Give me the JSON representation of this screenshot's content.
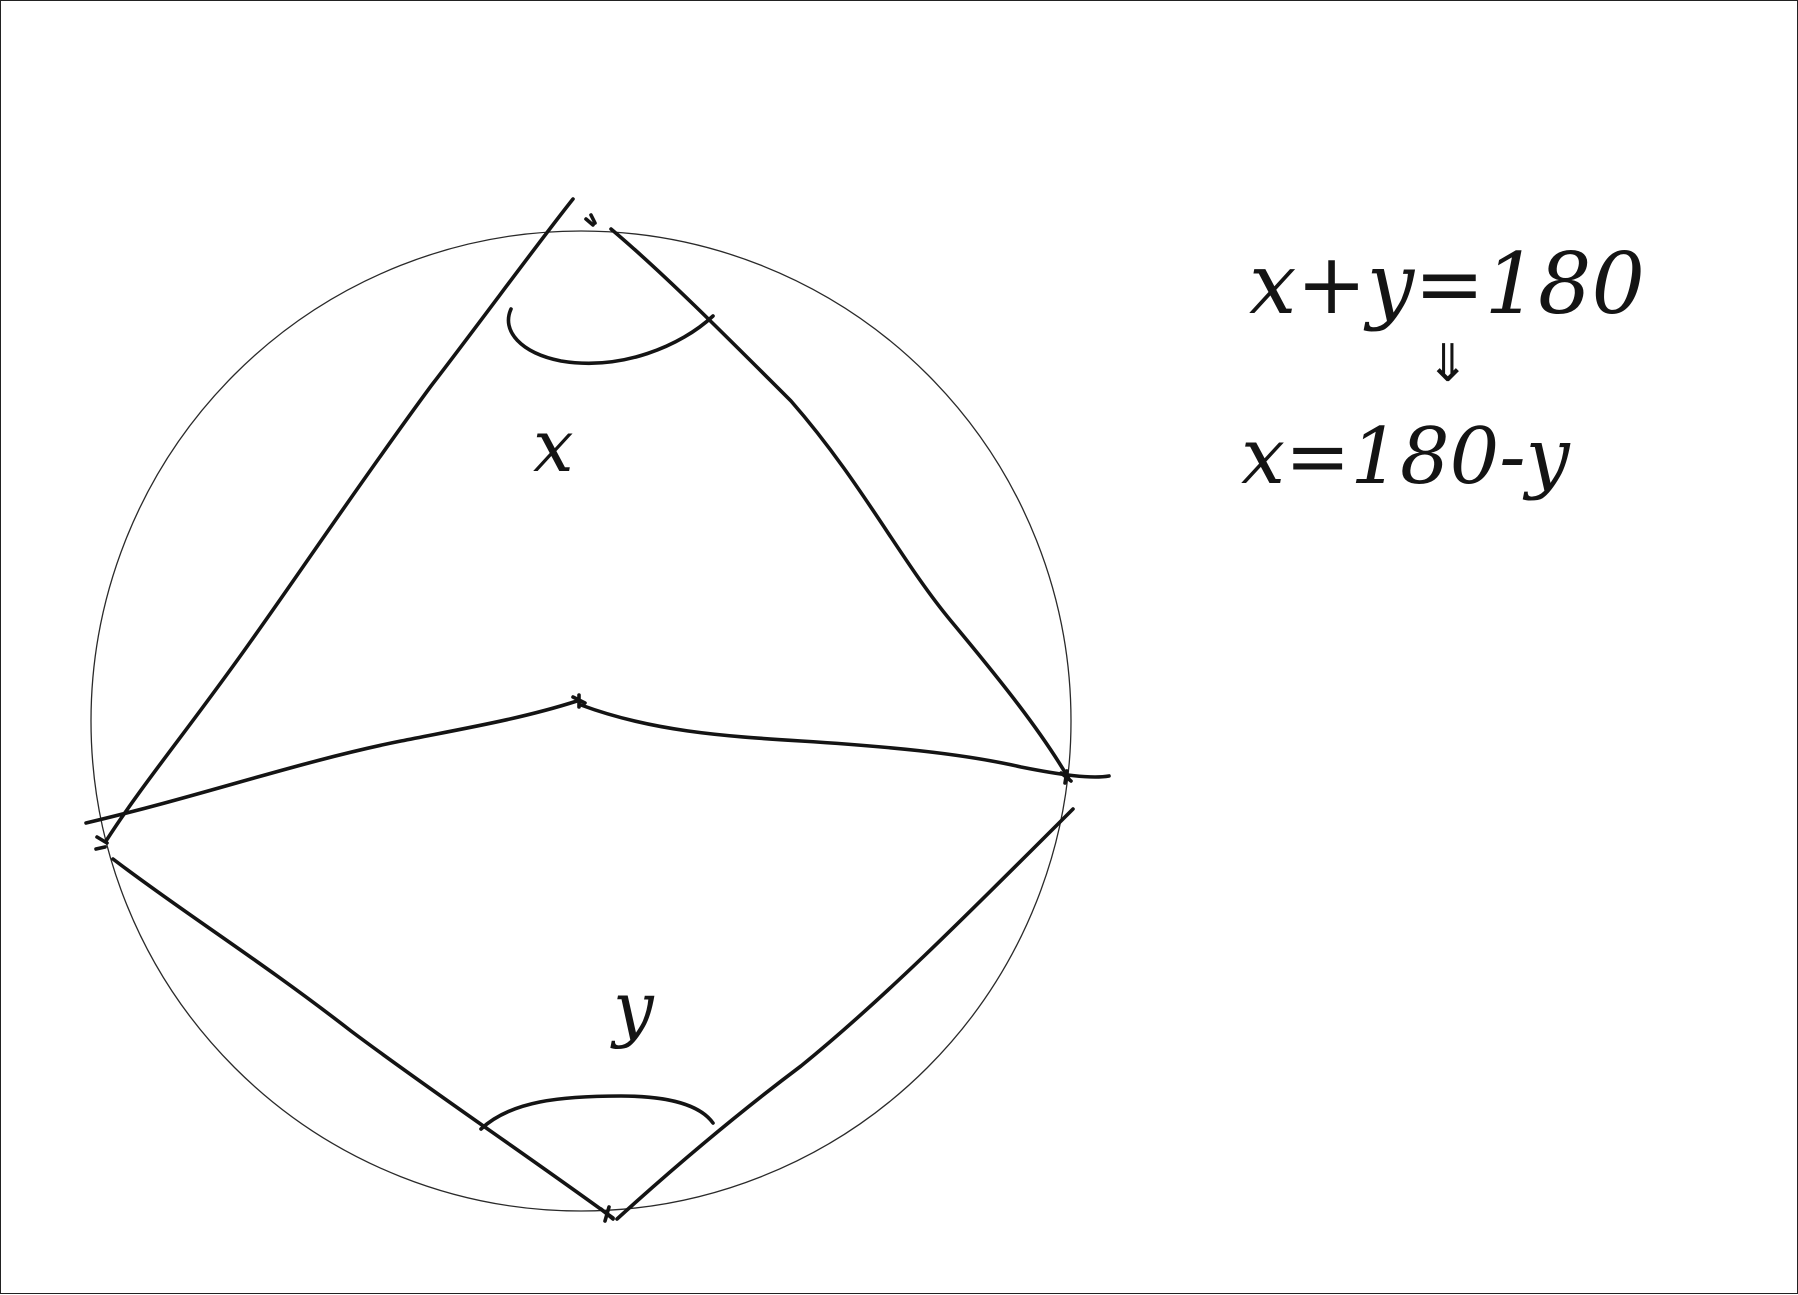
{
  "diagram": {
    "angle_labels": {
      "top": "x",
      "bottom": "y"
    },
    "equations": {
      "line1": "x+y=180",
      "implies": "⇓",
      "line2": "x=180-y"
    },
    "colors": {
      "ink": "#141414",
      "circle": "#2a2a2a",
      "background": "#ffffff"
    }
  }
}
